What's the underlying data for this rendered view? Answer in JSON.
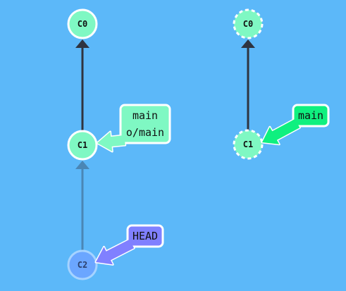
{
  "colors": {
    "background": "#5cb8f9",
    "commit_fill": "#7ff8c3",
    "commit_stroke": "#ffffff",
    "commit_dim_fill": "#6ba6ff",
    "commit_dim_stroke": "#a6d3ff",
    "edge": "#2f3440",
    "edge_dim": "#4a86b5",
    "branch_fill": "#7ff8c3",
    "branch_selected_fill": "#0ff07f",
    "head_fill": "#8080ff",
    "label_stroke": "#ffffff",
    "text": "#111111"
  },
  "local": {
    "commits": [
      {
        "id": "C0",
        "state": "normal"
      },
      {
        "id": "C1",
        "state": "normal"
      },
      {
        "id": "C2",
        "state": "dim"
      }
    ],
    "edges": [
      {
        "from": "C1",
        "to": "C0",
        "state": "normal"
      },
      {
        "from": "C2",
        "to": "C1",
        "state": "dim"
      }
    ],
    "labels": [
      {
        "name": "branch-label-main-o-main",
        "lines": [
          "main",
          "o/main"
        ],
        "target": "C1",
        "kind": "branch"
      },
      {
        "name": "head-label",
        "lines": [
          "HEAD"
        ],
        "target": "C2",
        "kind": "head"
      }
    ]
  },
  "remote": {
    "commits": [
      {
        "id": "C0",
        "state": "dashed"
      },
      {
        "id": "C1",
        "state": "dashed"
      }
    ],
    "edges": [
      {
        "from": "C1",
        "to": "C0",
        "state": "normal"
      }
    ],
    "labels": [
      {
        "name": "remote-branch-label-main",
        "lines": [
          "main"
        ],
        "target": "C1",
        "kind": "branch-selected"
      }
    ]
  }
}
